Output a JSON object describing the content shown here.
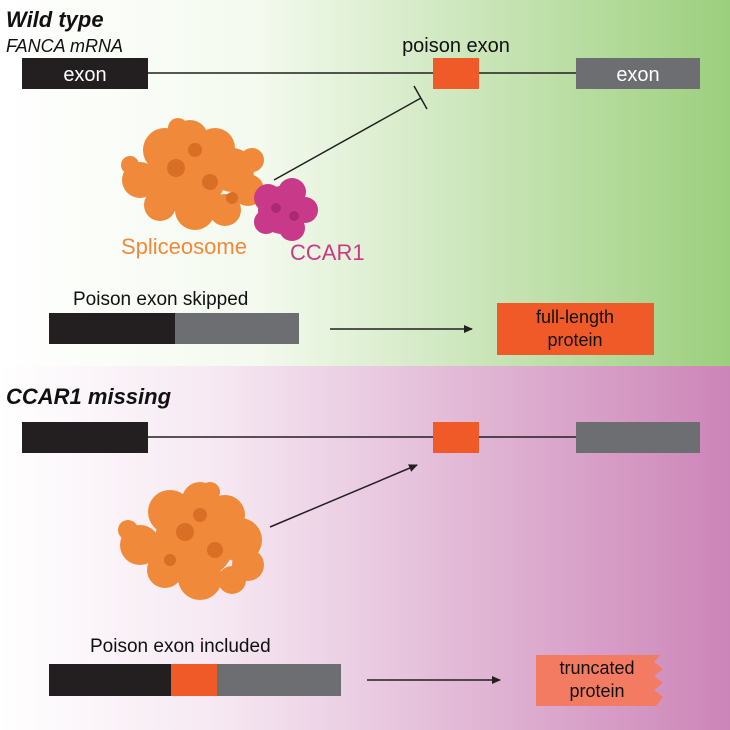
{
  "colors": {
    "exon_dark": "#231f20",
    "exon_gray": "#6d6e71",
    "poison_exon": "#ef5a28",
    "spliceosome": "#f0893a",
    "ccar1": "#c9398a",
    "truncated_protein": "#f27b61",
    "wild_type_bg_end": "#9ccf7d",
    "missing_bg_end": "#cc85b8"
  },
  "wild_type": {
    "title": "Wild type",
    "mrna_label": "FANCA mRNA",
    "exon_left_label": "exon",
    "poison_exon_label": "poison exon",
    "exon_right_label": "exon",
    "spliceosome_label": "Spliceosome",
    "ccar1_label": "CCAR1",
    "outcome_label": "Poison exon skipped",
    "protein_label_line1": "full-length",
    "protein_label_line2": "protein"
  },
  "ccar1_missing": {
    "title": "CCAR1 missing",
    "outcome_label": "Poison exon included",
    "protein_label_line1": "truncated",
    "protein_label_line2": "protein"
  },
  "icons": {
    "spliceosome": "spliceosome-complex-icon",
    "ccar1": "ccar1-protein-icon",
    "inhibition": "inhibition-arrow-icon",
    "arrow": "arrow-icon"
  }
}
